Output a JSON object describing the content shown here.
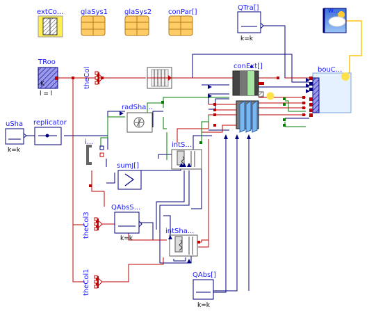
{
  "components": {
    "extCon": "extCo...",
    "glaSys1": "glaSys1",
    "glaSys2": "glaSys2",
    "conPar": "conPar[]",
    "QTra": "QTra[]",
    "QTra_param": "k=k",
    "weaBus": "w...",
    "TRoo": "TRoo",
    "TRoo_K": "K",
    "TRoo_eq": "l = l",
    "theCol": "theCol",
    "conExt": "conExt[]",
    "bouC": "bouC...",
    "uSha": "uSha",
    "uSha_param": "k=k",
    "replicator": "replicator",
    "radSha": "radSha...",
    "irRad": "i...",
    "intS": "intS...",
    "sumJ": "sumJ[]",
    "QAbsS": "QAbsS...",
    "QAbsS_param": "k=k",
    "theCol3": "theCol3",
    "intSha": "intSha...",
    "theCol1": "theCol1",
    "QAbs": "QAbs[]",
    "QAbs_param": "k=k"
  },
  "colors": {
    "modelica_blue": "#1a1aff",
    "wire_navy": "#00007f",
    "wire_red": "#bf0000",
    "wire_green": "#007f00",
    "wire_yellow": "#ffcc33",
    "parameter_orange": "#ffcc66"
  }
}
